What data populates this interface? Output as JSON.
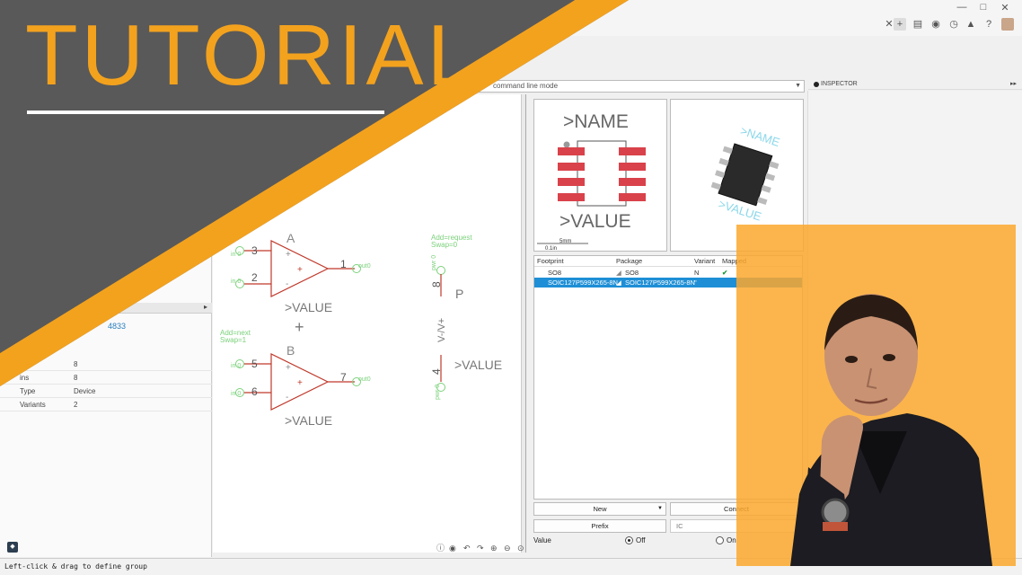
{
  "overlay": {
    "title": "TUTORIAL",
    "colors": {
      "accent": "#f3a21e",
      "panel": "#595959",
      "highlight": "#fca82d"
    }
  },
  "titlebar": {
    "window_controls": [
      "✕",
      "□",
      "—"
    ],
    "icons": [
      "plus-icon",
      "message-icon",
      "globe-icon",
      "clock-icon",
      "bell-icon",
      "help-icon",
      "avatar"
    ]
  },
  "command_bar": {
    "placeholder": "command line mode"
  },
  "inspector": {
    "title": "INSPECTOR"
  },
  "left_panel": {
    "device_name_fragment": "4833",
    "properties": [
      {
        "key": "",
        "value": "8"
      },
      {
        "key": "ins",
        "value": "8"
      },
      {
        "key": "Type",
        "value": "Device"
      },
      {
        "key": "Variants",
        "value": "2"
      }
    ]
  },
  "schematic": {
    "gate_a": {
      "label": "A",
      "pin_plus": "3",
      "pin_minus": "2",
      "pin_out": "1",
      "value": ">VALUE",
      "net_in1": "in 0",
      "net_in2": "in 0",
      "net_out": "out0"
    },
    "gate_b": {
      "label": "B",
      "pin_plus": "5",
      "pin_minus": "6",
      "pin_out": "7",
      "value": ">VALUE",
      "net_in1": "in 0",
      "net_in2": "in 0",
      "net_out": "out0",
      "add_text": "Add=next",
      "swap_text": "Swap=1"
    },
    "gate_p": {
      "label": "P",
      "pin_top": "8",
      "pin_bottom": "4",
      "rail_label": "V-/V+",
      "value": ">VALUE",
      "add_text": "Add=request",
      "swap_text": "Swap=0",
      "net_top": "pwr 0",
      "net_bottom": "pwr 0"
    }
  },
  "package_preview": {
    "name_text": ">NAME",
    "value_text": ">VALUE",
    "scale_text": "5mm",
    "scale_sub": "0.1in"
  },
  "footprint_table": {
    "headers": [
      "Footprint",
      "Package",
      "Variant",
      "Mapped"
    ],
    "rows": [
      {
        "footprint": "SO8",
        "package": "SO8",
        "variant": "N",
        "mapped": "✔",
        "selected": false
      },
      {
        "footprint": "SOIC127P599X265-8N",
        "package": "SOIC127P599X265-8N",
        "variant": "\"",
        "mapped": "",
        "selected": true
      }
    ]
  },
  "buttons": {
    "new_label": "New",
    "connect_label": "Connect",
    "prefix_label": "Prefix",
    "prefix_value": "IC"
  },
  "value_option": {
    "label": "Value",
    "off_label": "Off",
    "on_label": "On",
    "selected": "off"
  },
  "status": {
    "message": "Left-click & drag to define group"
  }
}
